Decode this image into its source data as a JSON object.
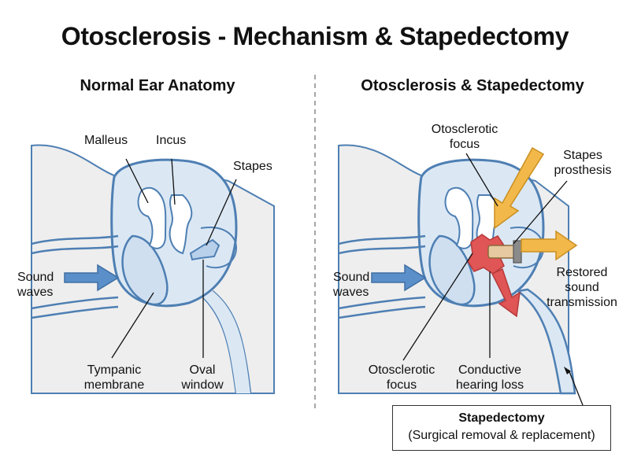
{
  "title": "Otosclerosis - Mechanism & Stapedectomy",
  "left_panel": {
    "heading": "Normal Ear Anatomy",
    "labels": {
      "malleus": "Malleus",
      "incus": "Incus",
      "stapes": "Stapes",
      "sound_waves": [
        "Sound",
        "waves"
      ],
      "tympanic_membrane": [
        "Tympanic",
        "membrane"
      ],
      "oval_window": [
        "Oval",
        "window"
      ]
    }
  },
  "right_panel": {
    "heading": "Otosclerosis & Stapedectomy",
    "labels": {
      "otosclerotic_focus_top": [
        "Otosclerotic",
        "focus"
      ],
      "stapes_prosthesis": [
        "Stapes",
        "prosthesis"
      ],
      "sound_waves": [
        "Sound",
        "waves"
      ],
      "restored_sound": [
        "Restored",
        "sound",
        "transmission"
      ],
      "otosclerotic_focus_bottom": [
        "Otosclerotic",
        "focus"
      ],
      "conductive_hearing_loss": [
        "Conductive",
        "hearing loss"
      ]
    },
    "callout": {
      "title": "Stapedectomy",
      "subtitle": "(Surgical removal & replacement)"
    }
  },
  "colors": {
    "tissue": "#eeeeee",
    "cavity": "#dbe8f4",
    "outline": "#4e7fb3",
    "blue_arrow": "#5b8fc9",
    "focus": "#e05555",
    "orange_arrow": "#f2b94a"
  }
}
